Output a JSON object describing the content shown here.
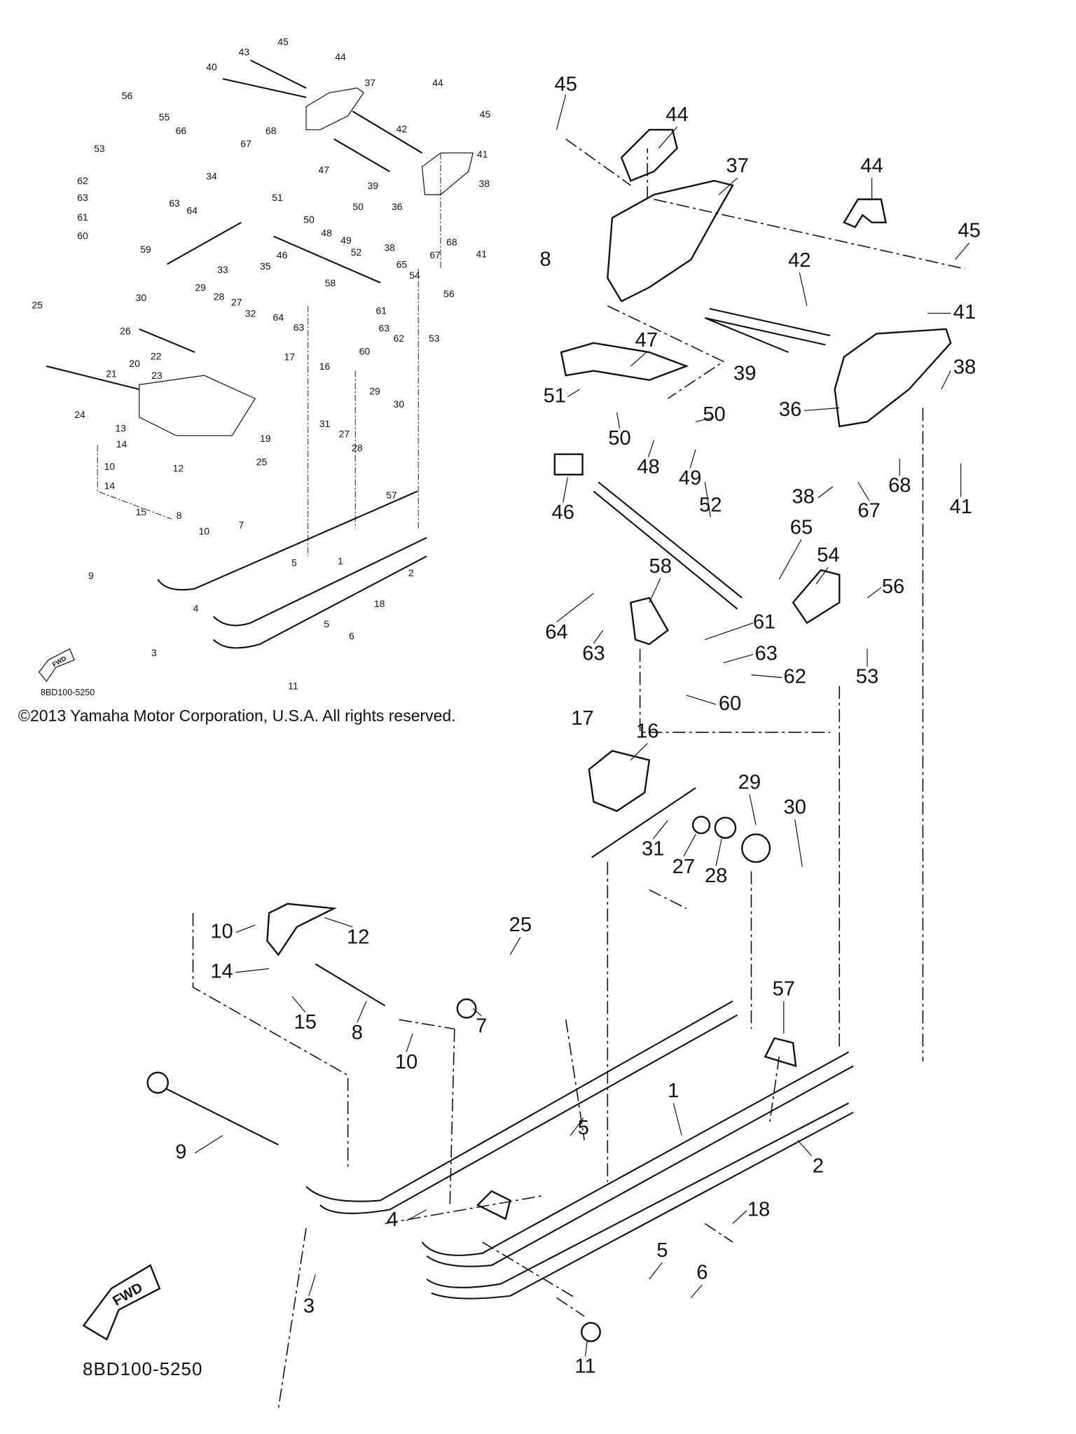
{
  "diagram": {
    "copyright": "©2013 Yamaha Motor Corporation, U.S.A. All rights reserved.",
    "part_number": "8BD100-5250",
    "fwd_label": "FWD",
    "large_callouts": [
      "45",
      "44",
      "37",
      "44",
      "45",
      "42",
      "41",
      "47",
      "39",
      "38",
      "51",
      "50",
      "50",
      "36",
      "48",
      "49",
      "68",
      "38",
      "67",
      "41",
      "46",
      "52",
      "65",
      "54",
      "58",
      "56",
      "61",
      "64",
      "63",
      "63",
      "62",
      "53",
      "60",
      "17",
      "16",
      "29",
      "30",
      "31",
      "27",
      "28",
      "25",
      "12",
      "10",
      "14",
      "15",
      "8",
      "10",
      "57",
      "7",
      "1",
      "5",
      "9",
      "2",
      "18",
      "4",
      "5",
      "6",
      "3",
      "11",
      "8"
    ],
    "small_callouts": [
      "45",
      "43",
      "44",
      "40",
      "37",
      "44",
      "56",
      "55",
      "45",
      "66",
      "68",
      "53",
      "67",
      "42",
      "41",
      "47",
      "34",
      "39",
      "62",
      "38",
      "63",
      "63",
      "51",
      "36",
      "64",
      "50",
      "61",
      "50",
      "48",
      "49",
      "60",
      "59",
      "38",
      "67",
      "68",
      "41",
      "35",
      "46",
      "33",
      "52",
      "65",
      "54",
      "25",
      "30",
      "29",
      "28",
      "27",
      "32",
      "64",
      "63",
      "58",
      "56",
      "61",
      "63",
      "62",
      "60",
      "53",
      "26",
      "17",
      "22",
      "20",
      "23",
      "21",
      "16",
      "24",
      "29",
      "30",
      "31",
      "27",
      "28",
      "19",
      "13",
      "14",
      "10",
      "12",
      "14",
      "15",
      "8",
      "10",
      "25",
      "57",
      "7",
      "1",
      "5",
      "9",
      "2",
      "18",
      "4",
      "5",
      "6",
      "3",
      "11"
    ]
  }
}
